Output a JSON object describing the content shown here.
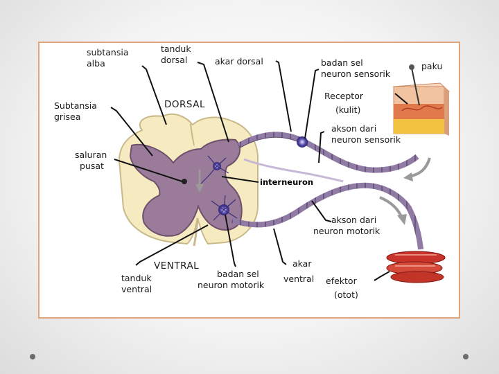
{
  "diagram": {
    "labels": {
      "subtansia_alba": [
        "subtansia",
        "alba"
      ],
      "tanduk_dorsal": [
        "tanduk",
        "dorsal"
      ],
      "akar_dorsal": "akar dorsal",
      "badan_sel_sensorik": [
        "badan sel",
        "neuron sensorik"
      ],
      "paku": "paku",
      "subtansia_grisea": [
        "Subtansia",
        "grisea"
      ],
      "dorsal_side": "DORSAL",
      "receptor": [
        "Receptor",
        "(kulit)"
      ],
      "akson_sensorik": [
        "akson dari",
        "neuron sensorik"
      ],
      "saluran_pusat": [
        "saluran",
        "pusat"
      ],
      "interneuron": "interneuron",
      "akson_motorik": [
        "akson dari",
        "neuron motorik"
      ],
      "ventral_side": "VENTRAL",
      "tanduk_ventral": [
        "tanduk",
        "ventral"
      ],
      "badan_sel_motorik": [
        "badan sel",
        "neuron motorik"
      ],
      "akar_ventral": [
        "akar",
        "ventral"
      ],
      "efektor": [
        "efektor",
        "(otot)"
      ]
    },
    "colors": {
      "white_matter": "#f6ebc0",
      "grey_matter": "#9a7b99",
      "nerve": "#8f7ba4",
      "frame_border": "#e1a57a",
      "muscle": "#c8332c",
      "skin": "#f1c3a0"
    }
  }
}
